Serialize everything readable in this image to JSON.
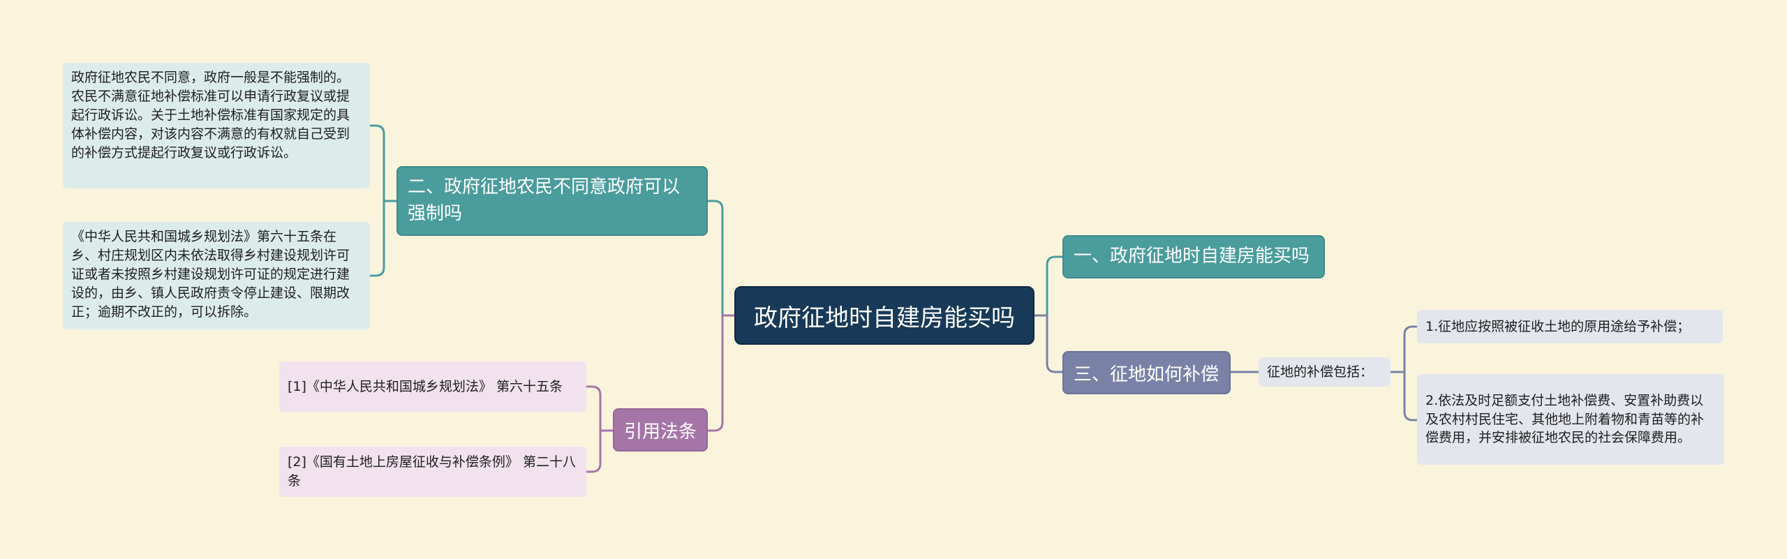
{
  "colors": {
    "background": "#faf4dd",
    "root": "#183a58",
    "teal": "#4b9c9c",
    "slate": "#7982a6",
    "purple": "#a675a8",
    "link_teal": "#4b9c9c",
    "link_slate": "#7982a6",
    "link_purple": "#a675a8"
  },
  "root": {
    "label": "政府征地时自建房能买吗"
  },
  "branches": {
    "b1": {
      "label": "一、政府征地时自建房能买吗"
    },
    "b2": {
      "label": "二、政府征地农民不同意政府可以强制吗",
      "children": [
        "政府征地农民不同意，政府一般是不能强制的。农民不满意征地补偿标准可以申请行政复议或提起行政诉讼。关于土地补偿标准有国家规定的具体补偿内容，对该内容不满意的有权就自己受到的补偿方式提起行政复议或行政诉讼。",
        "《中华人民共和国城乡规划法》第六十五条在乡、村庄规划区内未依法取得乡村建设规划许可证或者未按照乡村建设规划许可证的规定进行建设的，由乡、镇人民政府责令停止建设、限期改正；逾期不改正的，可以拆除。"
      ]
    },
    "b3": {
      "label": "三、征地如何补偿",
      "sub": {
        "label": "征地的补偿包括："
      },
      "children": [
        "1.征地应按照被征收土地的原用途给予补偿；",
        "2.依法及时足额支付土地补偿费、安置补助费以及农村村民住宅、其他地上附着物和青苗等的补偿费用，并安排被征地农民的社会保障费用。"
      ]
    },
    "b4": {
      "label": "引用法条",
      "children": [
        "[1]《中华人民共和国城乡规划法》 第六十五条",
        "[2]《国有土地上房屋征收与补偿条例》 第二十八条"
      ]
    }
  }
}
